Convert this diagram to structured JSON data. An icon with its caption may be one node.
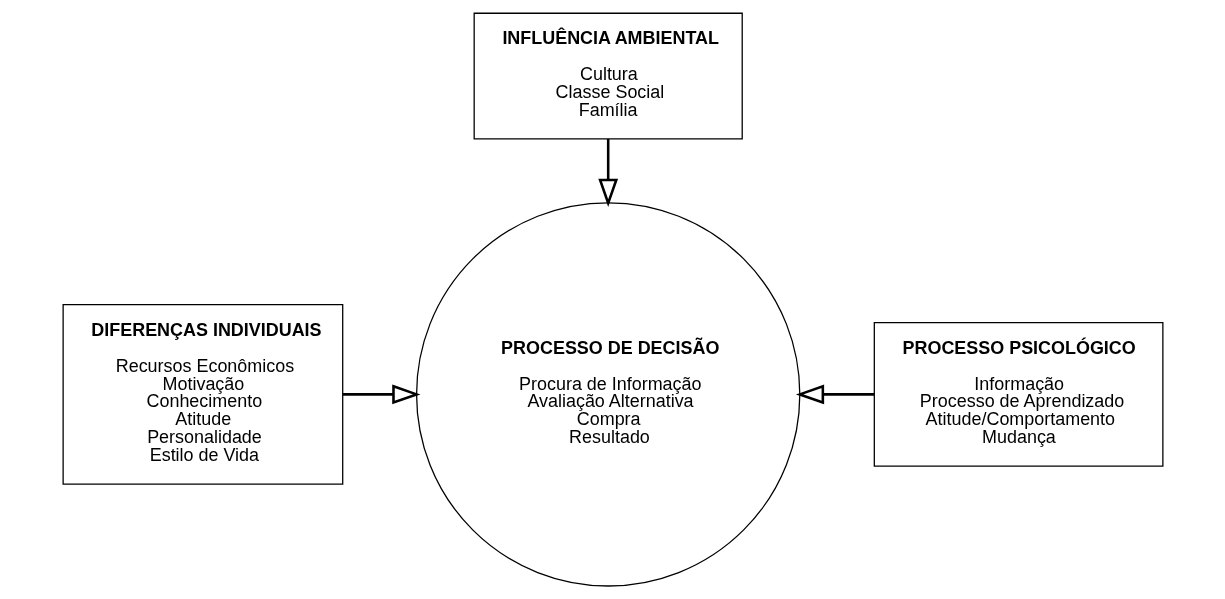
{
  "diagram": {
    "nodes": [
      {
        "text": [
          "INFLUÊNCIA AMBIENTAL",
          "Cultura",
          "Classe Social",
          "Família"
        ]
      },
      {
        "text": [
          "DIFERENÇAS INDIVIDUAIS",
          "Recursos Econômicos",
          "Motivação",
          "Conhecimento",
          "Atitude",
          "Personalidade",
          "Estilo de Vida"
        ]
      },
      {
        "text": [
          "PROCESSO DE DECISÃO",
          "Procura de Informação",
          "Avaliação Alternativa",
          "Compra",
          "Resultado"
        ]
      },
      {
        "text": [
          "PROCESSO PSICOLÓGICO",
          "Informação",
          "Processo de Aprendizado",
          "Atitude/Comportamento",
          "Mudança"
        ]
      }
    ],
    "edges": [
      {
        "from": 0,
        "to": 2,
        "arrow": "to"
      },
      {
        "from": 1,
        "to": 2,
        "arrow": "to"
      },
      {
        "from": 3,
        "to": 2,
        "arrow": "to"
      }
    ]
  }
}
